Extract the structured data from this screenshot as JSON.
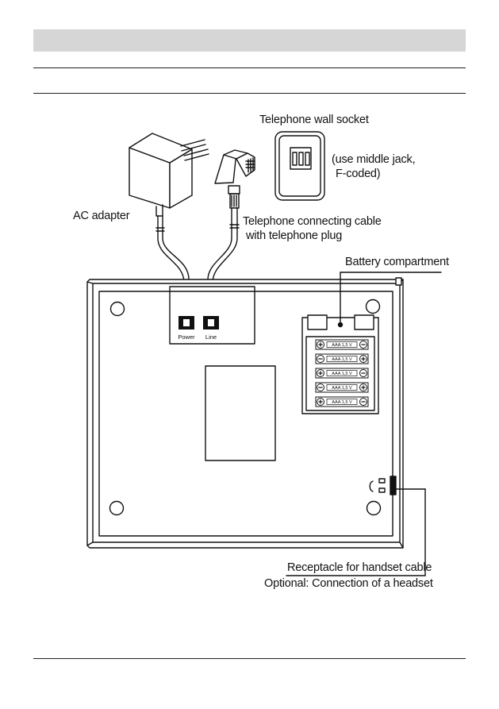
{
  "labels": {
    "wall_socket": "Telephone wall socket",
    "middle_jack_line1": "(use middle jack,",
    "middle_jack_line2": "F-coded)",
    "ac_adapter": "AC adapter",
    "cable_line1": "Telephone connecting cable",
    "cable_line2": "with telephone plug",
    "battery_compartment": "Battery compartment",
    "handset_receptacle": "Receptacle for handset cable",
    "headset_optional": "Optional: Connection of a headset"
  },
  "ports": {
    "power": "Power",
    "line": "Line"
  },
  "battery_label": "AAA 1,5 V",
  "battery_count": 5,
  "colors": {
    "header_bar": "#d6d6d6",
    "line_art": "#111111"
  }
}
